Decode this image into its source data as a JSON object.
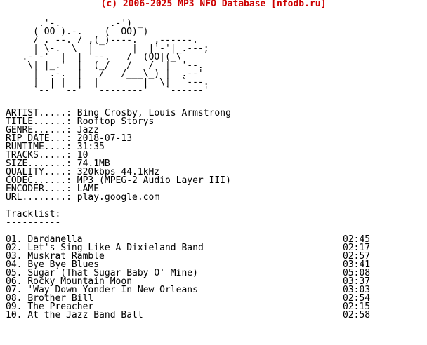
{
  "header": "(c) 2006-2025 MP3 NFO Database [nfodb.ru]",
  "logo_ascii": "      .'-.         .-') _\n     ( OO ).-.    (  OO) )\n     / . --. / ,(_)----.   ,------.\n     | \\-.  \\  |       |  |'-'|_.---;\n   .-'-'  |  | '--.   /  (OO|(_\\\n    \\| |_.'  |  (_/   /   /  |  '--.\n     |  .-.  |   /   /___\\_) |  .--'\n     |  | |  |  |        |  \\|  `---.\n     `--' `--'  `--------'   `------'",
  "info": [
    {
      "key": "ARTIST.....:",
      "value": "Bing Crosby, Louis Armstrong"
    },
    {
      "key": "TITLE......:",
      "value": "Rooftop Storys"
    },
    {
      "key": "GENRE......:",
      "value": "Jazz"
    },
    {
      "key": "RIP DATE...:",
      "value": "2018-07-13"
    },
    {
      "key": "RUNTIME....:",
      "value": "31:35"
    },
    {
      "key": "TRACKS.....:",
      "value": "10"
    },
    {
      "key": "SIZE.......:",
      "value": "74.1MB"
    },
    {
      "key": "QUALITY....:",
      "value": "320kbps 44.1kHz"
    },
    {
      "key": "CODEC......:",
      "value": "MP3 (MPEG-2 Audio Layer III)"
    },
    {
      "key": "ENCODER....:",
      "value": "LAME"
    },
    {
      "key": "URL........:",
      "value": "play.google.com"
    }
  ],
  "tracklist_title": "Tracklist:",
  "tracklist_rule": "----------",
  "tracks": [
    {
      "num": "01.",
      "title": "Dardanella",
      "time": "02:45"
    },
    {
      "num": "02.",
      "title": "Let's Sing Like A Dixieland Band",
      "time": "02:17"
    },
    {
      "num": "03.",
      "title": "Muskrat Ramble",
      "time": "02:57"
    },
    {
      "num": "04.",
      "title": "Bye Bye Blues",
      "time": "03:41"
    },
    {
      "num": "05.",
      "title": "Sugar (That Sugar Baby O' Mine)",
      "time": "05:08"
    },
    {
      "num": "06.",
      "title": "Rocky Mountain Moon",
      "time": "03:37"
    },
    {
      "num": "07.",
      "title": "'Way Down Yonder In New Orleans",
      "time": "03:03"
    },
    {
      "num": "08.",
      "title": "Brother Bill",
      "time": "02:54"
    },
    {
      "num": "09.",
      "title": "The Preacher",
      "time": "02:15"
    },
    {
      "num": "10.",
      "title": "At the Jazz Band Ball",
      "time": "02:58"
    }
  ]
}
